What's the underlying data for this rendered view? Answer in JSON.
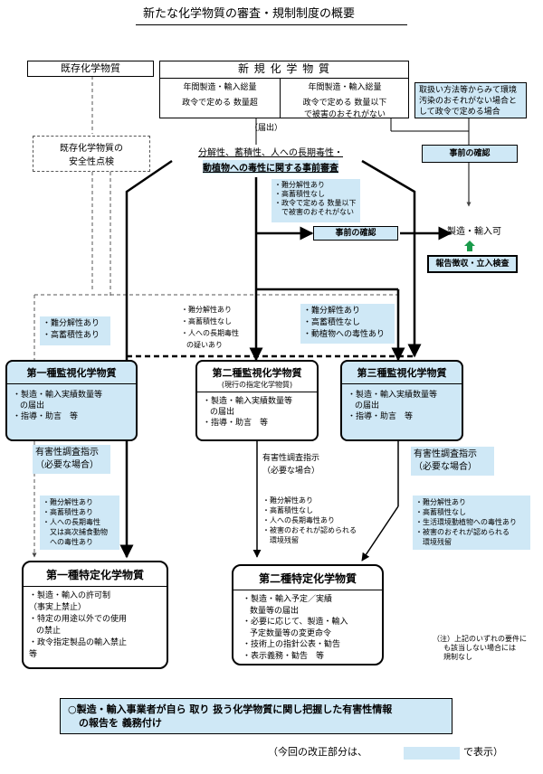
{
  "title": "新たな化学物質の審査・規制制度の概要",
  "existing": {
    "label": "既存化学物質",
    "safety_check": [
      "既存化学物質の",
      "安全性点検"
    ]
  },
  "new": {
    "label": "新 規 化 学 物 質",
    "col1": [
      "年間製造・輸入総量",
      "政令で定める 数量超"
    ],
    "col2": [
      "年間製造・輸入総量",
      "政令で定める 数量以下",
      "で被害のおそれがない"
    ],
    "side": [
      "取扱い方法等からみて環境",
      "汚染のおそれがない場合と",
      "して政令で定める場合"
    ]
  },
  "notify": "（届出）",
  "review": [
    "分解性、蓄積性、人への長期毒性・",
    "動植物への毒性に関する事前審査"
  ],
  "pre_check_right": "事前の確認",
  "exemption": [
    "・難分解性あり",
    "・高蓄積性なし",
    "・政令で定める 数量以下",
    "　で被害のおそれがない"
  ],
  "pre_check_mid": "事前の確認",
  "allowed": "製造・輸入可",
  "report_inspection": "報告徴収・立入検査",
  "left_cond": [
    "・難分解性あり",
    "・高蓄積性あり"
  ],
  "mid_cond": [
    "・難分解性あり",
    "・高蓄積性なし",
    "・人への長期毒性",
    "の疑いあり"
  ],
  "right_cond": [
    "・難分解性あり",
    "・高蓄積性なし",
    "・動植物への毒性あり"
  ],
  "class1_monitor": {
    "title": "第一種監視化学物質",
    "items": [
      "・製造・輸入実績数量等",
      "の届出",
      "・指導・助言　等"
    ]
  },
  "class2_monitor": {
    "title": "第二種監視化学物質",
    "sub": "(現行の指定化学物質)",
    "items": [
      "・製造・輸入実績数量等",
      "の届出",
      "・指導・助言　等"
    ]
  },
  "class3_monitor": {
    "title": "第三種監視化学物質",
    "items": [
      "・製造・輸入実績数量等",
      "の届出",
      "・指導・助言　等"
    ]
  },
  "hazard_order_left": [
    "有害性調査指示",
    "（必要な場合）"
  ],
  "hazard_order_mid": [
    "有害性調査指示",
    "（必要な場合）"
  ],
  "hazard_order_right": [
    "有害性調査指示",
    "（必要な場合）"
  ],
  "left_cond2": [
    "・難分解性あり",
    "・高蓄積性あり",
    "・人への長期毒性",
    "　又は高次捕食動物",
    "　への毒性あり"
  ],
  "mid_cond2": [
    "・難分解性あり",
    "・高蓄積性なし",
    "・人への長期毒性あり",
    "・被害のおそれが認められる",
    "　環境残留"
  ],
  "right_cond2": [
    "・難分解性あり",
    "・高蓄積性なし",
    "・生活環境動植物への毒性あり",
    "・被害のおそれが認められる",
    "　環境残留"
  ],
  "class1_specific": {
    "title": "第一種特定化学物質",
    "items": [
      "・製造・輸入の許可制",
      "（事実上禁止）",
      "・特定の用途以外での使用",
      "の禁止",
      "・政令指定製品の輸入禁止",
      "等"
    ]
  },
  "class2_specific": {
    "title": "第二種特定化学物質",
    "items": [
      "・製造・輸入予定／実績",
      "数量等の届出",
      "・必要に応じて、製造・輸入",
      "予定数量等の変更命令",
      "・技術上の指針公表・勧告",
      "・表示義務・勧告　等"
    ]
  },
  "note": [
    "（注）上記のいずれの要件に",
    "も該当しない場合には",
    "規制なし"
  ],
  "obligation": [
    "○製造・輸入事業者が自ら 取り 扱う化学物質に関し把握した有害性情報",
    "の報告を 義務付け"
  ],
  "legend": {
    "prefix": "（今回の改正部分は、",
    "suffix": "で表示）"
  }
}
